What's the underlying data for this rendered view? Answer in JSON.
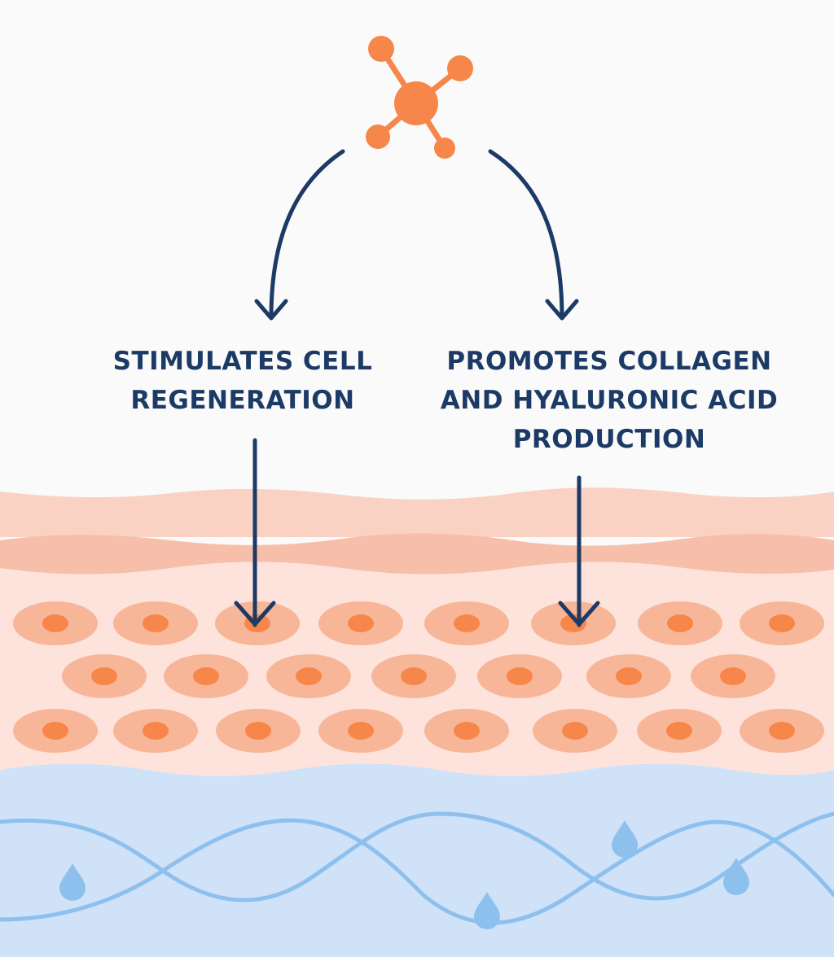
{
  "labels": {
    "left": [
      "STIMULATES CELL",
      "REGENERATION"
    ],
    "right": [
      "PROMOTES COLLAGEN",
      "AND HYALURONIC ACID",
      "PRODUCTION"
    ]
  },
  "colors": {
    "background": "#fafafa",
    "text": "#1c3a66",
    "arrow": "#1c3a66",
    "molecule": "#f7864a",
    "skin_top_layer": "#f9d2c4",
    "skin_second_layer": "#f7bfa9",
    "epidermis": "#fde3dc",
    "cell_body": "#f8b698",
    "cell_nucleus": "#f7864a",
    "dermis": "#cfe2f8",
    "fiber": "#8ec0ee",
    "droplet": "#8ec0ee"
  },
  "icons": {
    "molecule": "molecule-icon",
    "arrow": "arrow-down-icon",
    "droplet": "water-droplet-icon"
  }
}
